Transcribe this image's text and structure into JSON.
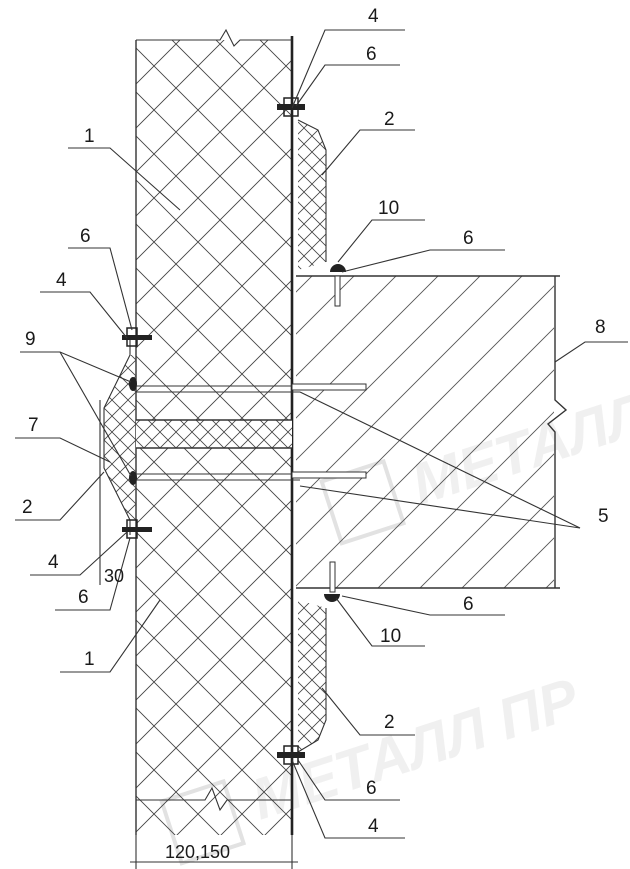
{
  "labels": {
    "l1": "1",
    "l2": "2",
    "l4": "4",
    "l5": "5",
    "l6": "6",
    "l7": "7",
    "l8": "8",
    "l9": "9",
    "l10": "10"
  },
  "dimensions": {
    "wall_thickness": "120,150",
    "gap": "30"
  },
  "watermark": {
    "line1": "МЕТАЛЛ",
    "line2": "МЕТАЛЛ ПР"
  },
  "colors": {
    "line": "#333333",
    "watermark": "#cfcfcf"
  }
}
